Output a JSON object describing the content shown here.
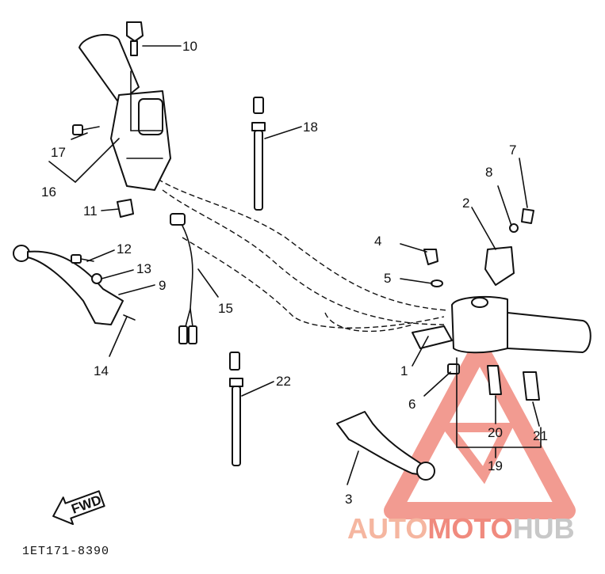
{
  "diagram": {
    "callouts": [
      "1",
      "2",
      "3",
      "4",
      "5",
      "6",
      "7",
      "8",
      "9",
      "10",
      "11",
      "12",
      "13",
      "14",
      "15",
      "16",
      "17",
      "18",
      "19",
      "20",
      "21",
      "22"
    ],
    "fwd_label": "FWD",
    "drawing_code": "1ET171-8390"
  },
  "watermark": {
    "text_a": "AUTO",
    "text_b": "MOTO",
    "text_c": "HUB",
    "colors": {
      "triangle": "#f08a7e",
      "auto": "#f5b6a0",
      "moto": "#f08a7e",
      "hub": "#c8c8c8"
    }
  }
}
